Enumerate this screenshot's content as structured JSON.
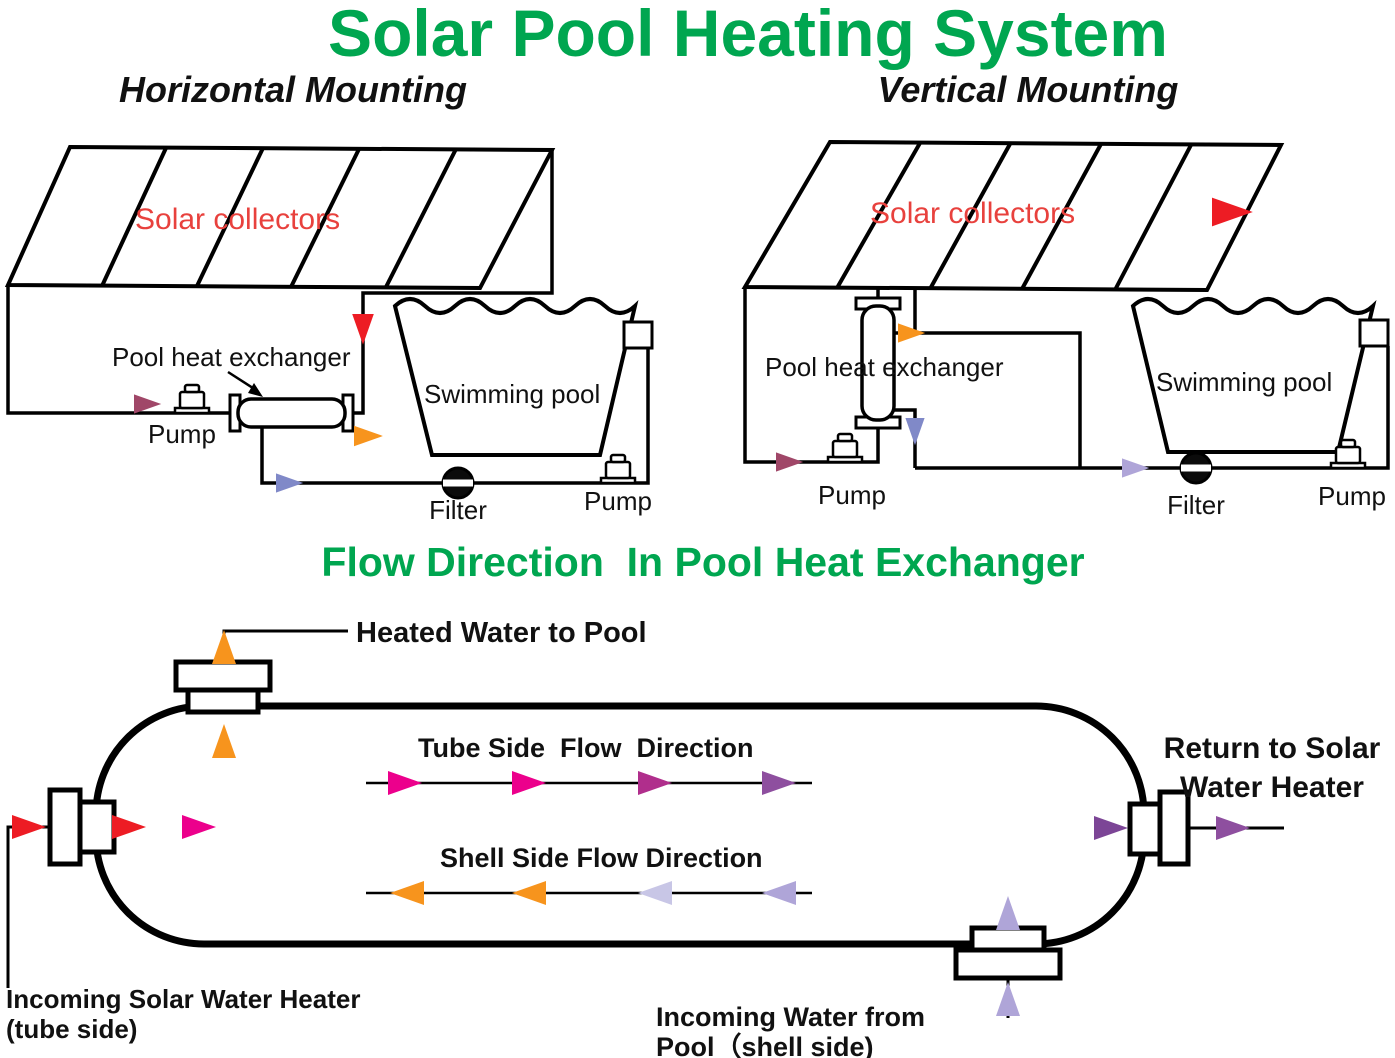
{
  "title": "Solar Pool Heating System",
  "sections": {
    "horizontal": {
      "heading": "Horizontal Mounting",
      "collectors": "Solar collectors",
      "heat_exchanger": "Pool heat exchanger",
      "pump_left": "Pump",
      "pool": "Swimming pool",
      "filter": "Filter",
      "pump_right": "Pump"
    },
    "vertical": {
      "heading": "Vertical Mounting",
      "collectors": "Solar collectors",
      "heat_exchanger": "Pool heat exchanger",
      "pump_left": "Pump",
      "pool": "Swimming pool",
      "filter": "Filter",
      "pump_right": "Pump"
    },
    "flow": {
      "heading": "Flow Direction  In Pool Heat Exchanger",
      "heated_water": "Heated Water to Pool",
      "tube_side": "Tube Side  Flow  Direction",
      "shell_side": "Shell Side Flow Direction",
      "return_line1": "Return to Solar",
      "return_line2": "Water Heater",
      "incoming_solar_line1": "Incoming Solar Water Heater",
      "incoming_solar_line2": "(tube side)",
      "incoming_pool_line1": "Incoming Water from",
      "incoming_pool_line2": "Pool（shell side)"
    }
  },
  "colors": {
    "green": "#00A650",
    "label_red": "#E8413D",
    "black": "#111111",
    "red": "#ED1C24",
    "magenta": "#EC008C",
    "dark_magenta": "#B02E8C",
    "orange": "#F7941D",
    "purple": "#8E4F9F",
    "purple_dark": "#7C4596",
    "lavender": "#AFA5D8",
    "lavender_light": "#C8C6E6",
    "slate": "#8089C8",
    "maroon": "#A04768"
  }
}
